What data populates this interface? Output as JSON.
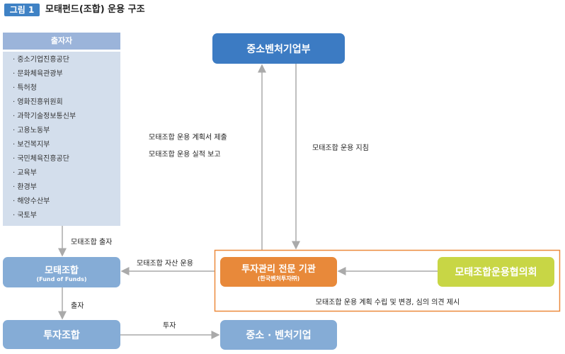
{
  "figure": {
    "tag": "그림 1",
    "title": "모태펀드(조합) 운용 구조"
  },
  "investors": {
    "header": "출자자",
    "items": [
      "· 중소기업진흥공단",
      "· 문화체육관광부",
      "· 특허청",
      "· 영화진흥위원회",
      "· 과학기술정보통신부",
      "· 고용노동부",
      "· 보건복지부",
      "· 국민체육진흥공단",
      "· 교육부",
      "· 환경부",
      "· 해양수산부",
      "· 국토부"
    ]
  },
  "nodes": {
    "ministry": "중소벤처기업부",
    "fund_of_funds": "모태조합",
    "fund_of_funds_sub": "(Fund of Funds)",
    "investment_fund": "투자조합",
    "manager": "투자관리 전문 기관",
    "manager_sub": "(한국벤처투자㈜)",
    "council": "모태조합운용협의회",
    "smes": "중소 · 벤처기업"
  },
  "edges": {
    "investment_in_fof": "모태조합 출자",
    "report1": "모태조합 운용 계획서 제출",
    "report2": "모태조합 운용 실적 보고",
    "guideline": "모태조합 운용 지침",
    "asset_mgmt": "모태조합 자산 운용",
    "contribution": "출자",
    "invest": "투자",
    "council_role": "모태조합 운용 계획 수립 및 변경, 심의 의견 제시"
  }
}
